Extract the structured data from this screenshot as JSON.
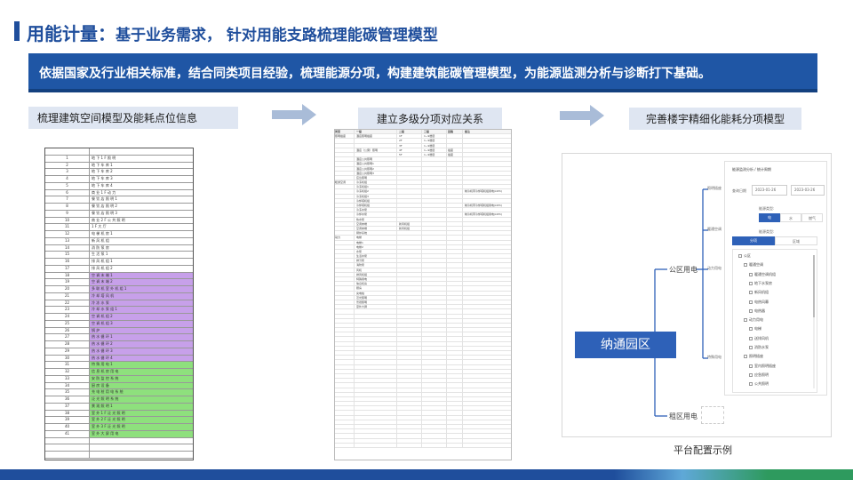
{
  "header": {
    "title_main": "用能计量：",
    "title_sub": "基于业务需求， 针对用能支路梳理能碳管理模型"
  },
  "banner": {
    "text": "依据国家及行业相关标准，结合同类项目经验，梳理能源分项，构建建筑能碳管理模型，为能源监测分析与诊断打下基础。"
  },
  "steps": [
    {
      "label": "梳理建筑空间模型及能耗点位信息"
    },
    {
      "label": "建立多级分项对应关系"
    },
    {
      "label": "完善楼宇精细化能耗分项模型"
    }
  ],
  "left_table": {
    "rows": [
      {
        "no": "",
        "name": ""
      },
      {
        "no": "1",
        "name": "地 下 1 F 照 明"
      },
      {
        "no": "2",
        "name": "地 下 车 库 1"
      },
      {
        "no": "3",
        "name": "地 下 车 库 2"
      },
      {
        "no": "4",
        "name": "地 下 车 库 3"
      },
      {
        "no": "5",
        "name": "地 下 车 库 4"
      },
      {
        "no": "6",
        "name": "商 业 1 F 动 力"
      },
      {
        "no": "7",
        "name": "餐 饮 店 照 明 1"
      },
      {
        "no": "8",
        "name": "餐 饮 店 照 明 2"
      },
      {
        "no": "9",
        "name": "餐 饮 店 照 明 3"
      },
      {
        "no": "10",
        "name": "商 业 2 F 公 共 照 明"
      },
      {
        "no": "11",
        "name": "1 F 大 厅"
      },
      {
        "no": "12",
        "name": "电 梯 机 房 1"
      },
      {
        "no": "13",
        "name": "新 风 机 组"
      },
      {
        "no": "14",
        "name": "消 防 泵 房"
      },
      {
        "no": "15",
        "name": "生 活 泵 1"
      },
      {
        "no": "16",
        "name": "排 风 机 组 1"
      },
      {
        "no": "17",
        "name": "排 风 机 组 2"
      },
      {
        "no": "18",
        "name": "空 调 末 端 1"
      },
      {
        "no": "19",
        "name": "空 调 末 端 2"
      },
      {
        "no": "20",
        "name": "多 联 机 室 外 机 组 1"
      },
      {
        "no": "21",
        "name": "冷 却 塔 风 机"
      },
      {
        "no": "22",
        "name": "冷 冻 水 泵"
      },
      {
        "no": "23",
        "name": "冷 却 水 泵 组 1"
      },
      {
        "no": "24",
        "name": "空 调 机 组 2"
      },
      {
        "no": "25",
        "name": "空 调 机 组 3"
      },
      {
        "no": "26",
        "name": "锅 炉"
      },
      {
        "no": "27",
        "name": "热 水 循 环 1"
      },
      {
        "no": "28",
        "name": "热 水 循 环 2"
      },
      {
        "no": "29",
        "name": "热 水 循 环 3"
      },
      {
        "no": "30",
        "name": "热 水 循 环 4"
      },
      {
        "no": "31",
        "name": "特 殊 用 电 1"
      },
      {
        "no": "32",
        "name": "信 息 机 房 用 电"
      },
      {
        "no": "33",
        "name": "安 防 监 控 系 统"
      },
      {
        "no": "34",
        "name": "厨 房 设 备"
      },
      {
        "no": "35",
        "name": "充 电 桩 用 电 系 统"
      },
      {
        "no": "36",
        "name": "泛 光 照 明 系 统"
      },
      {
        "no": "37",
        "name": "景 观 照 明 1"
      },
      {
        "no": "38",
        "name": "室 外 1 F 泛 光 照 明"
      },
      {
        "no": "39",
        "name": "室 外 2 F 泛 光 照 明"
      },
      {
        "no": "40",
        "name": "室 外 3 F 泛 光 照 明"
      },
      {
        "no": "41",
        "name": "室 外 大 屏 用 电"
      },
      {
        "no": "",
        "name": ""
      },
      {
        "no": "",
        "name": ""
      },
      {
        "no": "",
        "name": ""
      }
    ]
  },
  "mid_table": {
    "headers": [
      "类型",
      "一级",
      "二级",
      "三级",
      "回路",
      "备注"
    ],
    "rows": [
      [
        "照明插座",
        "酒店照明插座",
        "1F",
        "1~9楼层",
        "",
        ""
      ],
      [
        "",
        "",
        "2F",
        "1~9楼层",
        "",
        ""
      ],
      [
        "",
        "",
        "3F",
        "1~9楼层",
        "",
        ""
      ],
      [
        "",
        "酒店（公寓）照明",
        "4F",
        "1~9楼层",
        "插座",
        ""
      ],
      [
        "",
        "",
        "5F",
        "1~9楼层",
        "插座",
        ""
      ],
      [
        "",
        "酒店公共照明",
        "",
        "",
        "",
        ""
      ],
      [
        "",
        "酒店公共照明1",
        "",
        "",
        "",
        ""
      ],
      [
        "",
        "酒店公共照明2",
        "",
        "",
        "",
        ""
      ],
      [
        "",
        "酒店公共照明3",
        "",
        "",
        "",
        ""
      ],
      [
        "",
        "应急照明",
        "",
        "",
        "",
        ""
      ],
      [
        "暖通空调",
        "冷冻机组",
        "",
        "",
        "",
        ""
      ],
      [
        "",
        "冷冻机组1",
        "",
        "",
        "",
        ""
      ],
      [
        "",
        "冷冻机组2",
        "",
        "",
        "",
        "制冷机带冷却塔机组用电(kWh)"
      ],
      [
        "",
        "冷冻机组3",
        "",
        "",
        "",
        ""
      ],
      [
        "",
        "冷却塔机组",
        "",
        "",
        "",
        ""
      ],
      [
        "",
        "冷却塔机组",
        "",
        "",
        "",
        "制冷机带冷却塔机组用电(kWh)"
      ],
      [
        "",
        "冷冻水泵",
        "",
        "",
        "",
        ""
      ],
      [
        "",
        "冷却水泵",
        "",
        "",
        "",
        "制冷机带冷却塔机组用电(kWh)"
      ],
      [
        "",
        "热水泵",
        "",
        "",
        "",
        ""
      ],
      [
        "",
        "空调末端",
        "新风机组",
        "",
        "",
        ""
      ],
      [
        "",
        "空调末端",
        "新风机组",
        "",
        "",
        ""
      ],
      [
        "",
        "锅炉系统",
        "",
        "",
        "",
        ""
      ],
      [
        "动力",
        "电梯",
        "",
        "",
        "",
        ""
      ],
      [
        "",
        "电梯1",
        "",
        "",
        "",
        ""
      ],
      [
        "",
        "电梯2",
        "",
        "",
        "",
        ""
      ],
      [
        "",
        "水泵",
        "",
        "",
        "",
        ""
      ],
      [
        "",
        "生活水泵",
        "",
        "",
        "",
        ""
      ],
      [
        "",
        "排污泵",
        "",
        "",
        "",
        ""
      ],
      [
        "",
        "消防泵",
        "",
        "",
        "",
        ""
      ],
      [
        "",
        "风机",
        "",
        "",
        "",
        ""
      ],
      [
        "",
        "排风机组",
        "",
        "",
        "",
        ""
      ],
      [
        "",
        "特殊用电",
        "",
        "",
        "",
        ""
      ],
      [
        "",
        "信息机房",
        "",
        "",
        "",
        ""
      ],
      [
        "",
        "厨房",
        "",
        "",
        "",
        ""
      ],
      [
        "",
        "充电桩",
        "",
        "",
        "",
        ""
      ],
      [
        "",
        "泛光照明",
        "",
        "",
        "",
        ""
      ],
      [
        "",
        "景观照明",
        "",
        "",
        "",
        ""
      ],
      [
        "",
        "室外大屏",
        "",
        "",
        "",
        ""
      ]
    ]
  },
  "config": {
    "center": "纳通园区",
    "branch_public": "公区用电",
    "branch_tenant": "租区用电",
    "sub_nodes": [
      "照明插座",
      "暖通空调",
      "动力用电",
      "特殊用电"
    ],
    "panel_title": "能源监测分析",
    "panel_tab": "统计周期",
    "date_label": "查询日期",
    "date_start": "2023-01-26",
    "date_end": "2023-03-26",
    "energy_label": "能源类型:",
    "energy_options": [
      "电",
      "水",
      "燃气"
    ],
    "tree_label": "能源类型:",
    "tree_tabs": [
      "分项",
      "区域"
    ],
    "tree_items": [
      "公区",
      "暖通空调",
      "暖通空调机组",
      "地下水泵房",
      "新风机组",
      "电热风幕",
      "电热器",
      "动力用电",
      "电梯",
      "送排风机",
      "消防水泵",
      "照明插座",
      "室内照明插座",
      "应急照明",
      "公共照明"
    ],
    "caption": "平台配置示例"
  }
}
